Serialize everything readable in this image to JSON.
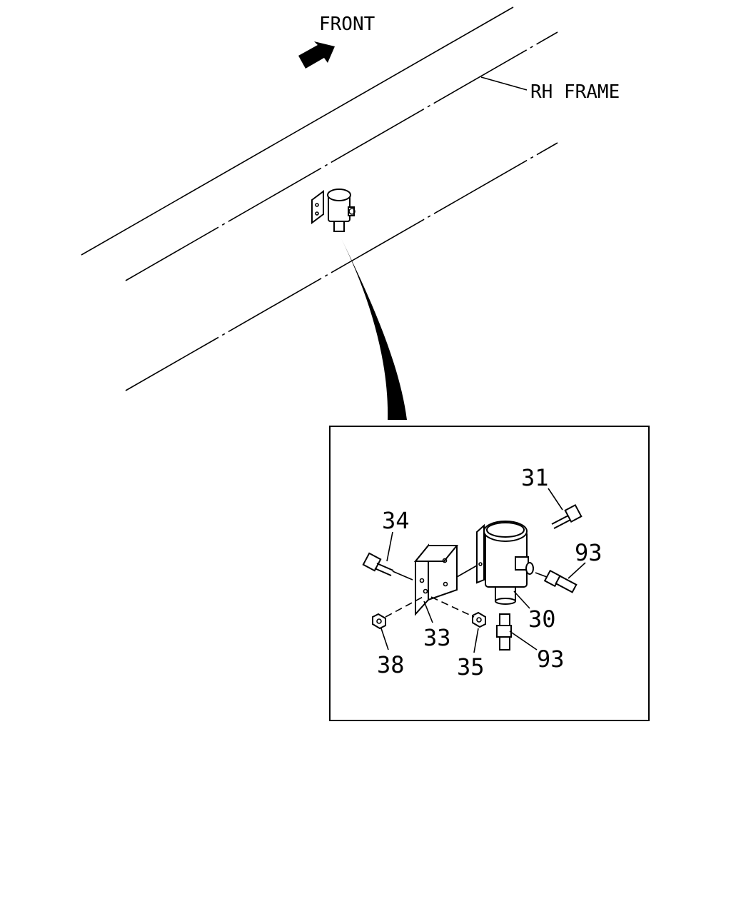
{
  "header": {
    "direction_label": "FRONT",
    "frame_label": "RH FRAME"
  },
  "callouts": {
    "p31": "31",
    "p34": "34",
    "p93_upper": "93",
    "p30": "30",
    "p33": "33",
    "p38": "38",
    "p35": "35",
    "p93_lower": "93"
  },
  "icons": {
    "direction_arrow": "arrow-icon"
  }
}
